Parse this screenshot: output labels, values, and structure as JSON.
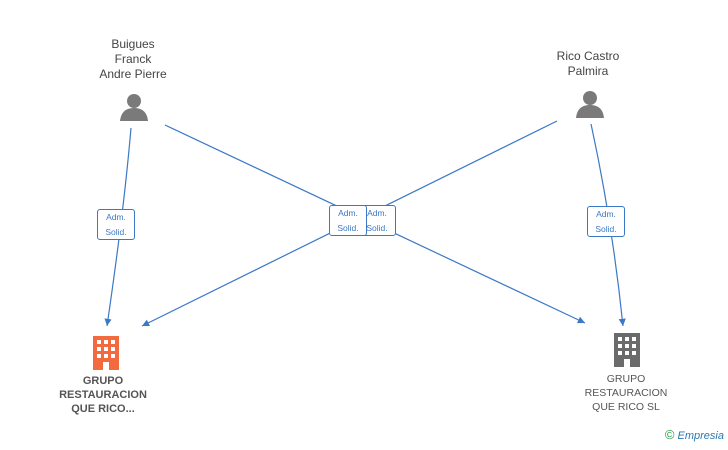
{
  "nodes": {
    "person_left": {
      "label": "Buigues\nFranck\nAndre Pierre",
      "icon": "person-icon"
    },
    "person_right": {
      "label": "Rico Castro\nPalmira",
      "icon": "person-icon"
    },
    "company_left": {
      "label": "GRUPO\nRESTAURACION\nQUE RICO...",
      "icon": "building-icon",
      "color": "#f26a3d"
    },
    "company_right": {
      "label": "GRUPO\nRESTAURACION\nQUE RICO  SL",
      "icon": "building-icon",
      "color": "#6b6b6b"
    }
  },
  "edges": [
    {
      "from": "person_left",
      "to": "company_left",
      "label": "Adm.\nSolid."
    },
    {
      "from": "person_left",
      "to": "company_right",
      "label": "Adm.\nSolid."
    },
    {
      "from": "person_right",
      "to": "company_left",
      "label": "Adm.\nSolid."
    },
    {
      "from": "person_right",
      "to": "company_right",
      "label": "Adm.\nSolid."
    }
  ],
  "colors": {
    "edge": "#3b78c6",
    "person": "#7a7a7a"
  },
  "footer": {
    "copyright": "©",
    "brand": "Empresia"
  }
}
